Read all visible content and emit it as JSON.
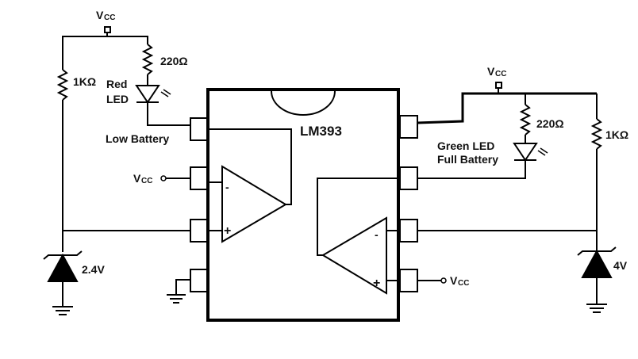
{
  "labels": {
    "vcc_main": "V",
    "vcc_sub": "CC",
    "r_left_1k": "1KΩ",
    "r_left_220": "220Ω",
    "red_led_line1": "Red",
    "red_led_line2": "LED",
    "low_battery": "Low Battery",
    "chip": "LM393",
    "zener_left": "2.4V",
    "r_right_220": "220Ω",
    "r_right_1k": "1KΩ",
    "green_led": "Green LED",
    "full_battery": "Full Battery",
    "zener_right": "4V",
    "minus": "-",
    "plus": "+"
  }
}
